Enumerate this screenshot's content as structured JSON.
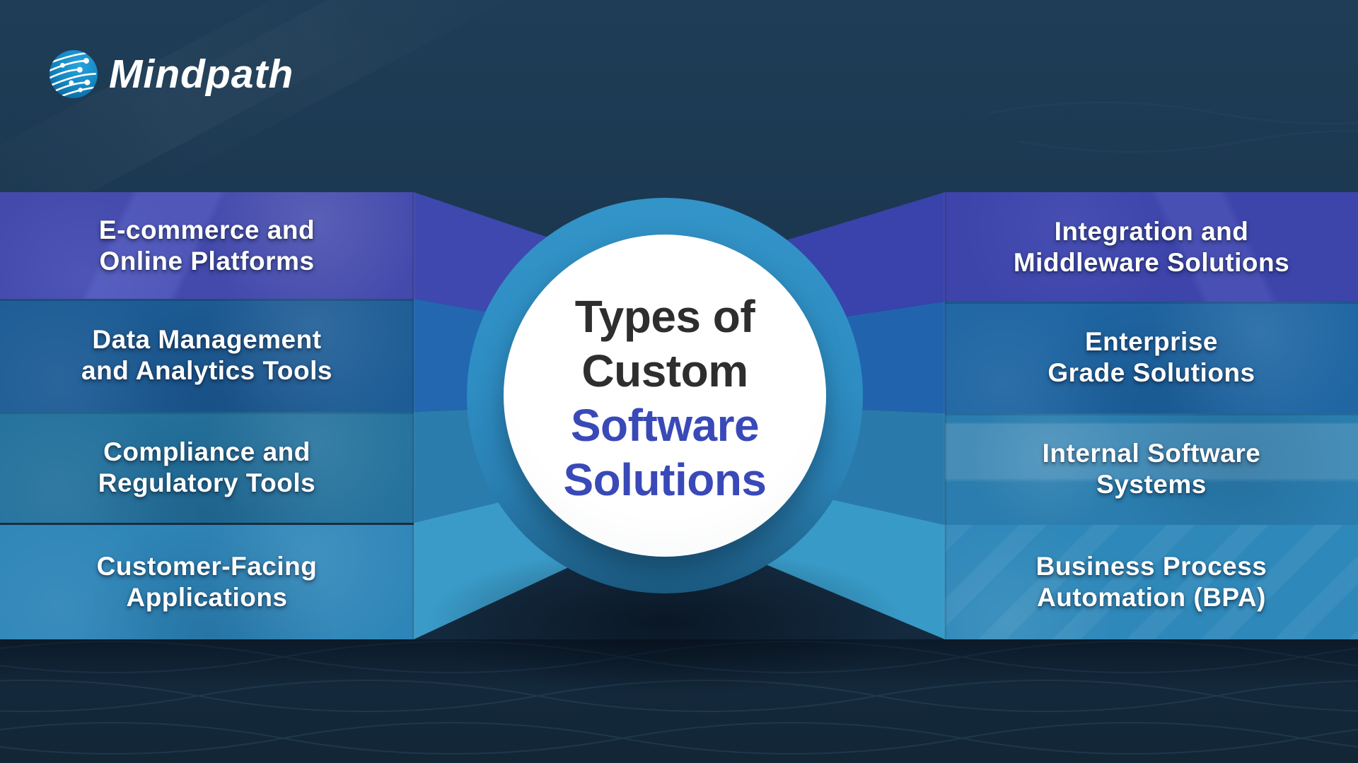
{
  "logo": {
    "brand": "Mindpath",
    "icon": "globe-circuit-logo"
  },
  "center": {
    "lines": [
      "Types of",
      "Custom",
      "Software",
      "Solutions"
    ],
    "dark_text_color": "#2e2e2e",
    "accent_text_color": "#3949b8"
  },
  "left_bands": [
    {
      "line1": "E-commerce and",
      "line2": "Online Platforms",
      "color": "#434aac"
    },
    {
      "line1": "Data Management",
      "line2": "and Analytics Tools",
      "color": "#1d5c95"
    },
    {
      "line1": "Compliance and",
      "line2": "Regulatory Tools",
      "color": "#24729d"
    },
    {
      "line1": "Customer-Facing",
      "line2": "Applications",
      "color": "#2e86b8"
    }
  ],
  "right_bands": [
    {
      "line1": "Integration and",
      "line2": "Middleware Solutions",
      "color": "#3d44aa"
    },
    {
      "line1": "Enterprise",
      "line2": "Grade Solutions",
      "color": "#1f66a3"
    },
    {
      "line1": "Internal Software",
      "line2": "Systems",
      "color": "#2a7dae"
    },
    {
      "line1": "Business Process",
      "line2": "Automation (BPA)",
      "color": "#2e88b9"
    }
  ],
  "palette": {
    "background_top": "#1f3d56",
    "background_bottom": "#122636",
    "ring_blue": "#2e8dc3",
    "circle_fill": "#ffffff",
    "label_text": "#ffffff"
  }
}
